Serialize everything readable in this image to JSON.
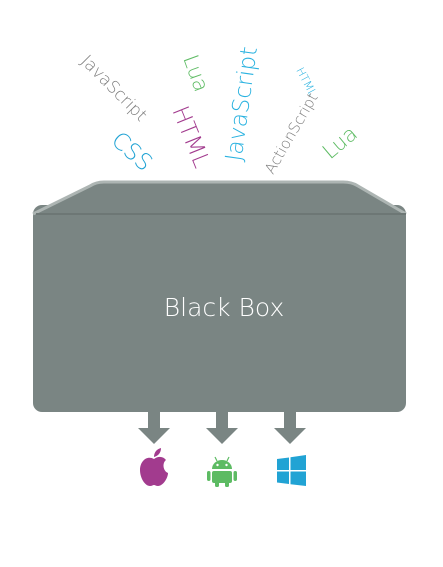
{
  "box": {
    "label": "Black Box",
    "color": "#7a8583",
    "lid_color": "#7a8583",
    "lid_inner_color": "#6d7775",
    "border_color": "#adb5b3"
  },
  "words": [
    {
      "text": "JavaScript",
      "color": "#7c7c7c"
    },
    {
      "text": "CSS",
      "color": "#21a3d4"
    },
    {
      "text": "Lua",
      "color": "#5dbb63"
    },
    {
      "text": "HTML",
      "color": "#a23b8e"
    },
    {
      "text": "JavaScript",
      "color": "#29b2e0"
    },
    {
      "text": "HTML",
      "color": "#29b2e0"
    },
    {
      "text": "ActionScript",
      "color": "#7c7c7c"
    },
    {
      "text": "Lua",
      "color": "#5dbb63"
    }
  ],
  "arrows": {
    "color": "#7a8583"
  },
  "platforms": [
    {
      "icon": "apple-icon",
      "color": "#a23b8e"
    },
    {
      "icon": "android-icon",
      "color": "#5dbb63"
    },
    {
      "icon": "windows-icon",
      "color": "#21a3d4"
    }
  ]
}
